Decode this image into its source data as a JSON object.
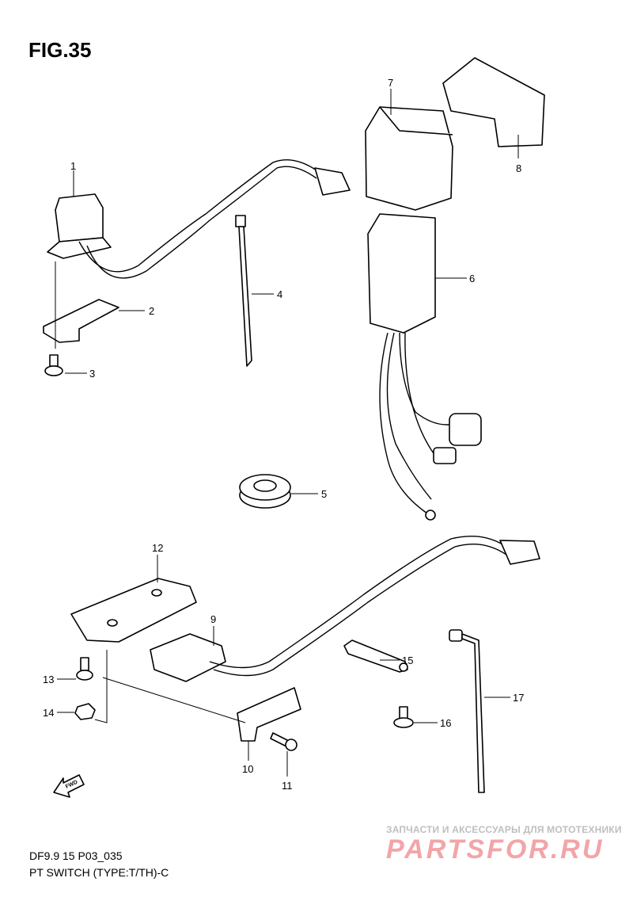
{
  "figure": {
    "title": "FIG.35"
  },
  "callouts": [
    "1",
    "2",
    "3",
    "4",
    "5",
    "6",
    "7",
    "8",
    "9",
    "10",
    "11",
    "12",
    "13",
    "14",
    "15",
    "16",
    "17"
  ],
  "fwd_label": "FWD",
  "footer": {
    "model": "DF9.9 15 P03_035",
    "caption": "PT SWITCH (TYPE:T/TH)-C"
  },
  "watermark": {
    "subtitle": "ЗАПЧАСТИ И АКСЕССУАРЫ ДЛЯ МОТОТЕХНИКИ",
    "brand": "PARTSFOR.RU"
  }
}
